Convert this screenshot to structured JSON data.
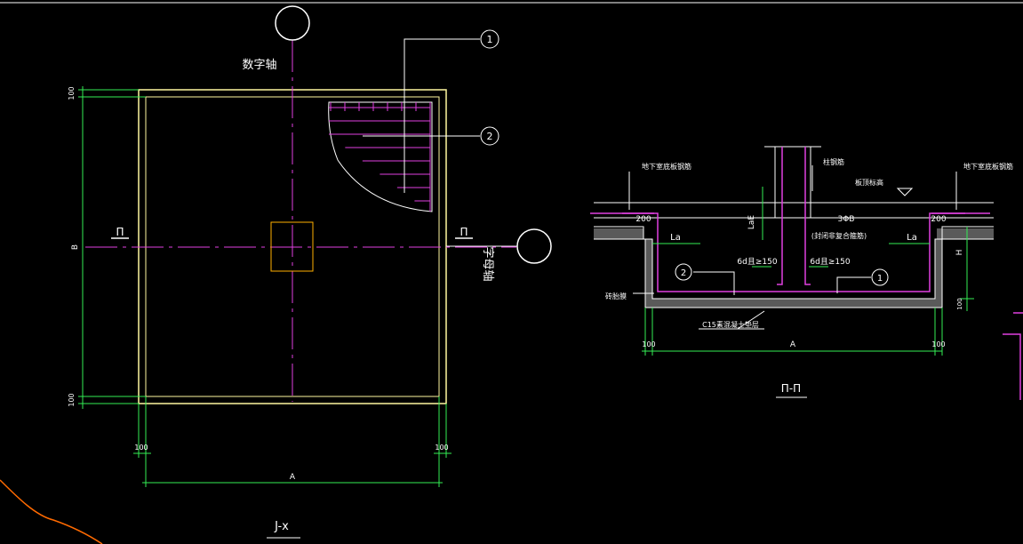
{
  "plan": {
    "axis_number_label": "数字轴",
    "axis_letter_label": "字母轴",
    "callout_1": "1",
    "callout_2": "2",
    "section_mark_left": "Π",
    "section_mark_right": "Π",
    "dim_top": "100",
    "dim_bottom_left": "100",
    "dim_side_B": "B",
    "dim_bottom_100_left": "100",
    "dim_bottom_100_right": "100",
    "dim_A": "A",
    "title": "J-x"
  },
  "section": {
    "label_basement_floor_left": "地下室底板钢筋",
    "label_basement_floor_right": "地下室底板钢筋",
    "label_column_rebar": "柱钢筋",
    "label_floor_elev": "板顶标高",
    "dim_200_left": "200",
    "dim_200_right": "200",
    "label_rebar_3": "3ΦB",
    "label_rebar_note": "(封闭非复合箍筋)",
    "label_lae": "LaE",
    "label_la_left": "La",
    "label_la_right": "La",
    "label_6d_left": "6d且≥150",
    "label_6d_right": "6d且≥150",
    "callout_1": "1",
    "callout_2": "2",
    "label_h": "H",
    "label_brick_formwork": "砖胎膜",
    "label_cushion": "C15素混凝土垫层",
    "dim_100_left": "100",
    "dim_100_right": "100",
    "dim_100_vert": "100",
    "dim_A": "A",
    "title": "Π-Π"
  }
}
